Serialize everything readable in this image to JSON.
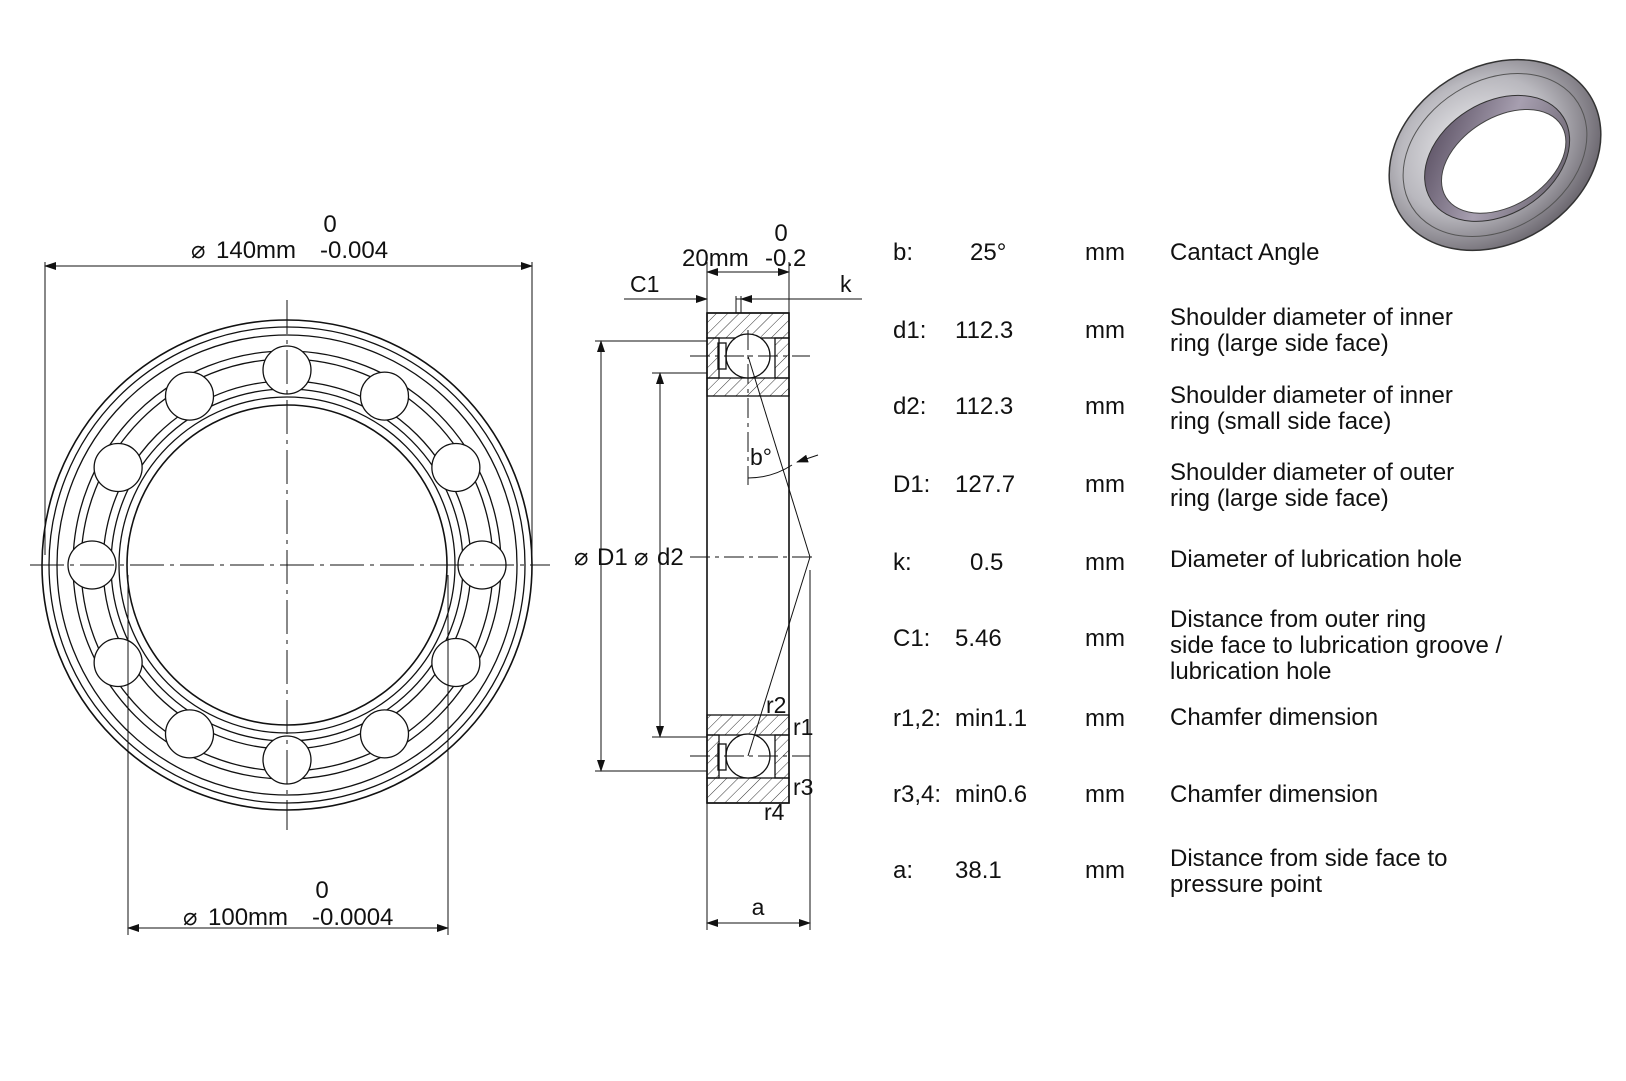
{
  "front_view": {
    "outer_upper": "0",
    "outer_lower": "-0.004",
    "outer_main": "140mm",
    "inner_upper": "0",
    "inner_lower": "-0.0004",
    "inner_main": "100mm",
    "diameter_symbol": "⌀"
  },
  "section_view": {
    "width_upper": "0",
    "width_main": "20mm",
    "width_lower": "-0.2",
    "c1_label": "C1",
    "k_label": "k",
    "b_label": "b°",
    "D1_label": "D1",
    "d2_label": "d2",
    "r1_label": "r1",
    "r2_label": "r2",
    "r3_label": "r3",
    "r4_label": "r4",
    "a_label": "a"
  },
  "specs": [
    {
      "sym": "b:",
      "val": "25°",
      "unit": "mm",
      "desc": [
        "Cantact Angle"
      ]
    },
    {
      "sym": "d1:",
      "val": "112.3",
      "unit": "mm",
      "desc": [
        "Shoulder diameter of inner",
        "ring (large side face)"
      ]
    },
    {
      "sym": "d2:",
      "val": "112.3",
      "unit": "mm",
      "desc": [
        "Shoulder diameter of inner",
        "ring (small side face)"
      ]
    },
    {
      "sym": "D1:",
      "val": "127.7",
      "unit": "mm",
      "desc": [
        "Shoulder diameter of outer",
        "ring (large side face)"
      ]
    },
    {
      "sym": "k:",
      "val": "0.5",
      "unit": "mm",
      "desc": [
        "Diameter of lubrication hole"
      ]
    },
    {
      "sym": "C1:",
      "val": "5.46",
      "unit": "mm",
      "desc": [
        "Distance from outer ring",
        "side face to lubrication groove /",
        "lubrication hole"
      ]
    },
    {
      "sym": "r1,2:",
      "val": "min1.1",
      "unit": "mm",
      "desc": [
        "Chamfer dimension"
      ]
    },
    {
      "sym": "r3,4:",
      "val": "min0.6",
      "unit": "mm",
      "desc": [
        "Chamfer dimension"
      ]
    },
    {
      "sym": "a:",
      "val": "38.1",
      "unit": "mm",
      "desc": [
        "Distance from side face to",
        "pressure point"
      ]
    }
  ]
}
